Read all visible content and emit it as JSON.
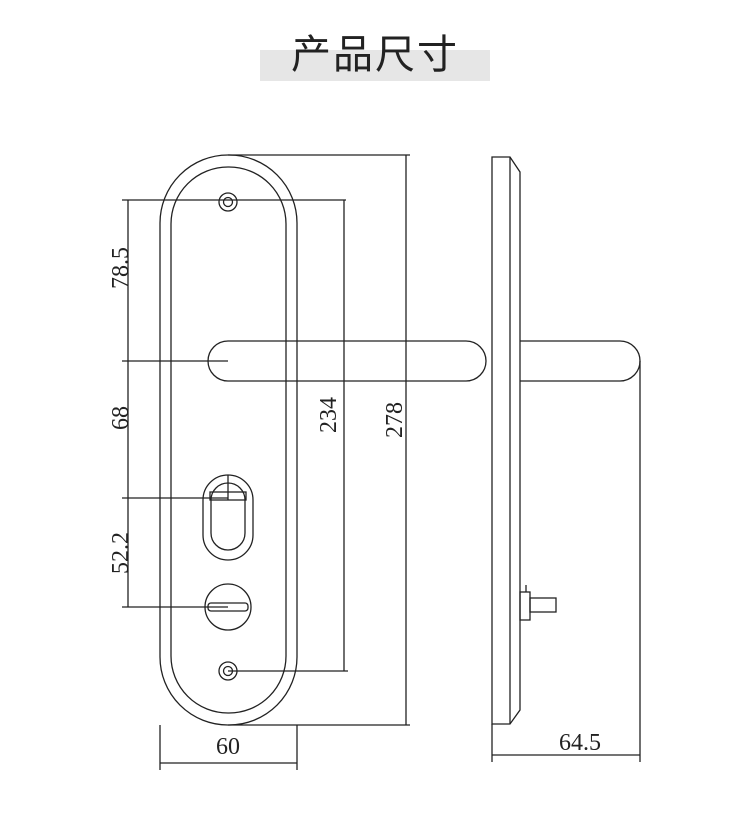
{
  "title": "产品尺寸",
  "dimensions": {
    "top_to_handle": "78.5",
    "handle_to_cylinder": "68",
    "cylinder_to_thumbturn": "52.2",
    "screw_spacing": "234",
    "plate_height": "278",
    "plate_width": "60",
    "handle_projection": "64.5"
  },
  "colors": {
    "line": "#222222",
    "title_band": "#e6e6e6"
  }
}
